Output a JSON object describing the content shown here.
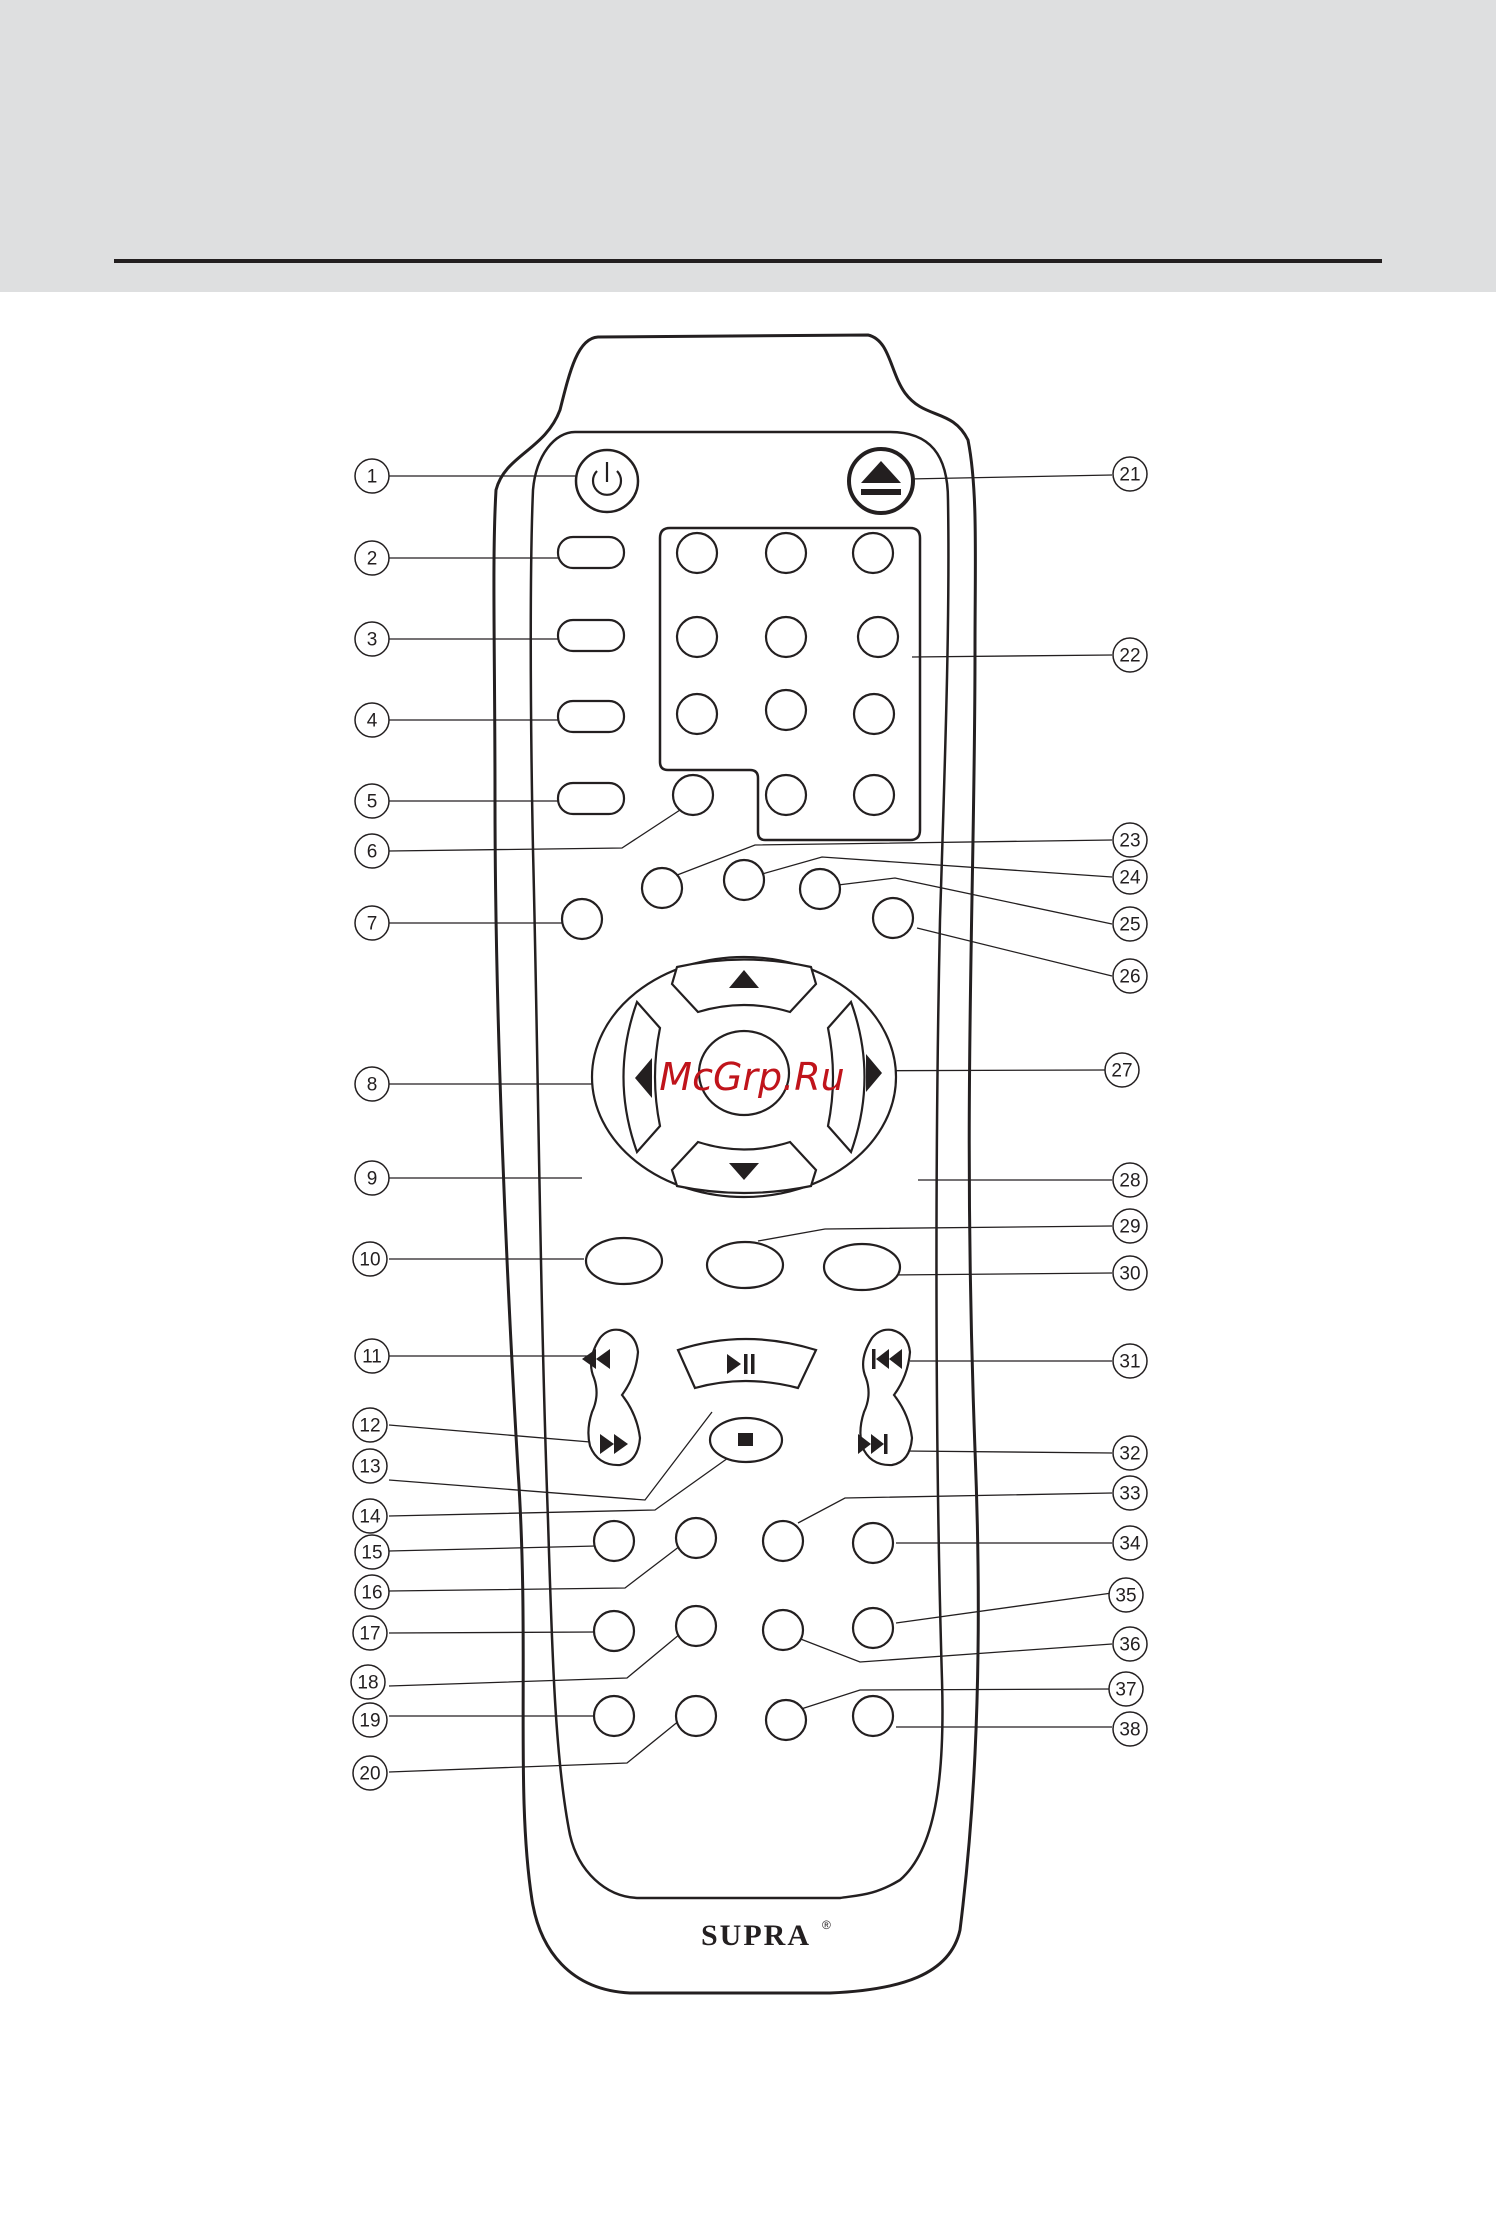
{
  "brand": {
    "name": "SUPRA",
    "registered_mark": "®"
  },
  "watermark": {
    "text": "McGrp.Ru",
    "color": "#c0141b"
  },
  "colors": {
    "ink": "#231f20",
    "header_band": "#dedfe0",
    "background": "#ffffff"
  },
  "icons": [
    "power-icon",
    "eject-icon",
    "up-arrow-icon",
    "down-arrow-icon",
    "left-arrow-icon",
    "right-arrow-icon",
    "fast-rewind-icon",
    "fast-forward-icon",
    "play-pause-icon",
    "stop-icon",
    "previous-track-icon",
    "next-track-icon"
  ],
  "callouts": [
    "1",
    "2",
    "3",
    "4",
    "5",
    "6",
    "7",
    "8",
    "9",
    "10",
    "11",
    "12",
    "13",
    "14",
    "15",
    "16",
    "17",
    "18",
    "19",
    "20",
    "21",
    "22",
    "23",
    "24",
    "25",
    "26",
    "27",
    "28",
    "29",
    "30",
    "31",
    "32",
    "33",
    "34",
    "35",
    "36",
    "37",
    "38"
  ]
}
